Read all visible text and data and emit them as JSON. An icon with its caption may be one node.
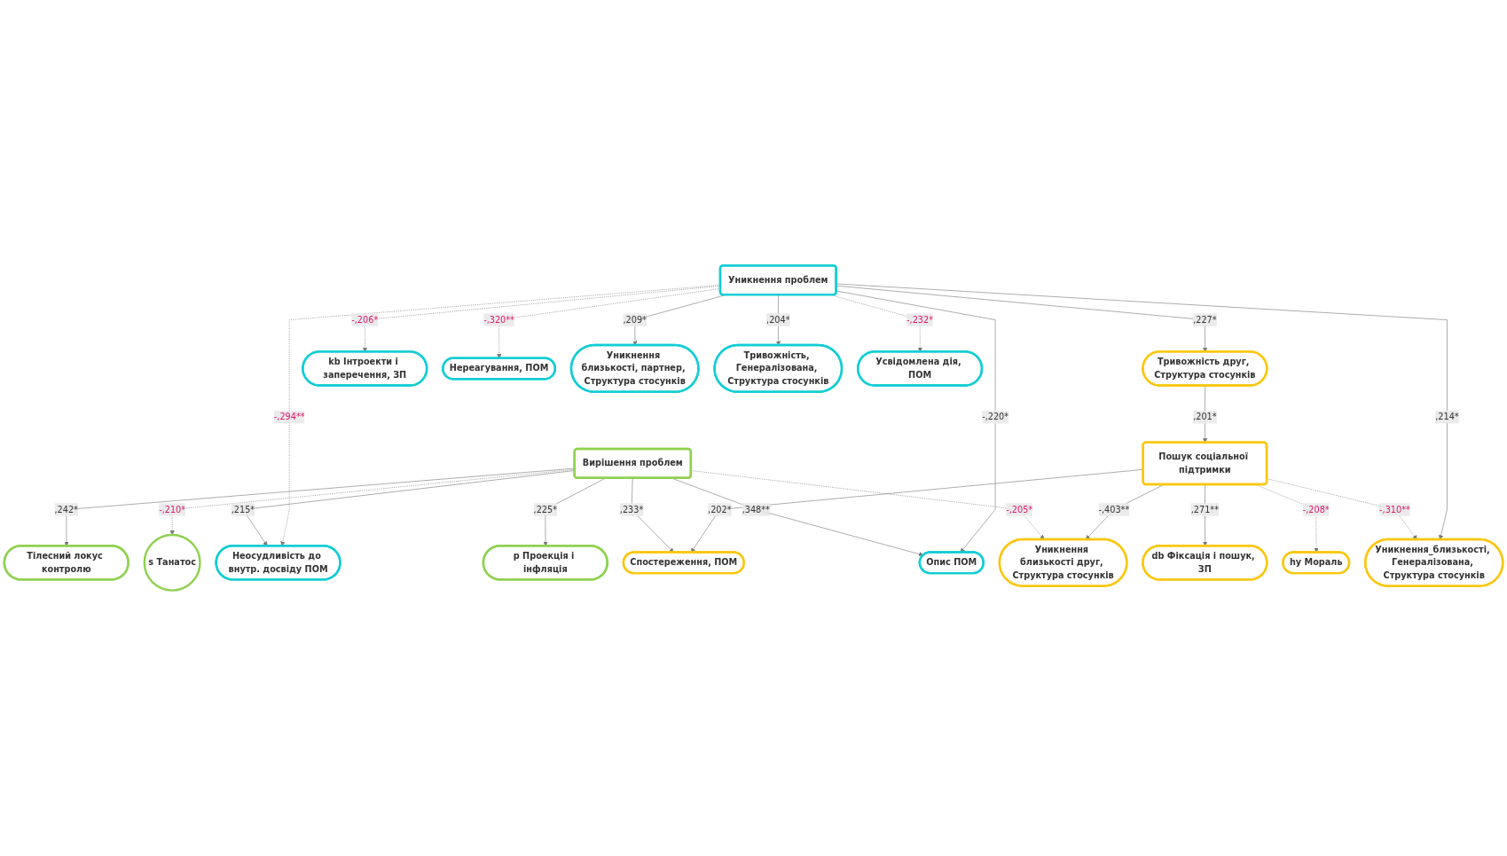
{
  "diagram": {
    "nodes": [
      {
        "text": [
          "р Проекція і інфляція"
        ]
      },
      {
        "text": [
          "s Танатос"
        ]
      },
      {
        "text": [
          "Уникнення близькості друг, Структура стосунків"
        ]
      },
      {
        "text": [
          "Спостереження, ПОМ"
        ]
      },
      {
        "text": [
          "hy Мораль"
        ]
      },
      {
        "text": [
          "Тілесний локус контролю"
        ]
      },
      {
        "text": [
          "db Фіксація і пошук, ЗП"
        ]
      },
      {
        "text": [
          "Опис ПОМ"
        ]
      },
      {
        "text": [
          "Вирішення проблем"
        ]
      },
      {
        "text": [
          "Пошук соціальної підтримки"
        ]
      },
      {
        "text": [
          "Уникнення_близькості, Генералізована, Структура стосунків"
        ]
      },
      {
        "text": [
          "Неосудливість до внутр. досвіду ПОМ"
        ]
      },
      {
        "text": [
          "Уникнення проблем"
        ]
      },
      {
        "text": [
          "Тривожність друг, Структура стосунків"
        ]
      },
      {
        "text": [
          "kb Інтроекти і заперечення, ЗП"
        ]
      },
      {
        "text": [
          "Нереагування, ПОМ"
        ]
      },
      {
        "text": [
          "Уникнення близькості, партнер, Структура стосунків"
        ]
      },
      {
        "text": [
          "Тривожність, Генералізована, Структура стосунків"
        ]
      },
      {
        "text": [
          "Усвідомлена дія, ПОМ"
        ]
      }
    ],
    "edges": [
      {
        "from": 8,
        "to": 0,
        "arrow": "to",
        "label": ",225*"
      },
      {
        "from": 8,
        "to": 1,
        "arrow": "to",
        "label": "-,210*",
        "style": "dashed"
      },
      {
        "from": 8,
        "to": 2,
        "arrow": "to",
        "label": "-,205*",
        "style": "dashed"
      },
      {
        "from": 9,
        "to": 2,
        "arrow": "to",
        "label": "-,403**"
      },
      {
        "from": 8,
        "to": 3,
        "arrow": "to",
        "label": ",233*"
      },
      {
        "from": 9,
        "to": 3,
        "arrow": "to",
        "label": ",202*"
      },
      {
        "from": 9,
        "to": 4,
        "arrow": "to",
        "label": "-,208*",
        "style": "dashed"
      },
      {
        "from": 8,
        "to": 5,
        "arrow": "to",
        "label": ",242*"
      },
      {
        "from": 9,
        "to": 6,
        "arrow": "to",
        "label": ",271**"
      },
      {
        "from": 8,
        "to": 7,
        "arrow": "to",
        "label": ",348**"
      },
      {
        "from": 12,
        "to": 7,
        "arrow": "to",
        "label": "-,220*"
      },
      {
        "from": 9,
        "to": 10,
        "arrow": "to",
        "label": "-,310**",
        "style": "dashed"
      },
      {
        "from": 12,
        "to": 10,
        "arrow": "to",
        "label": ",214*"
      },
      {
        "from": 8,
        "to": 11,
        "arrow": "to",
        "label": ",215*"
      },
      {
        "from": 12,
        "to": 11,
        "arrow": "to",
        "label": "-,294**",
        "style": "dashed"
      },
      {
        "from": 13,
        "to": 9,
        "arrow": "to",
        "label": ",201*"
      },
      {
        "from": 12,
        "to": 13,
        "arrow": "to",
        "label": ",227*"
      },
      {
        "from": 12,
        "to": 14,
        "arrow": "to",
        "label": "-,206*",
        "style": "dashed"
      },
      {
        "from": 12,
        "to": 15,
        "arrow": "to",
        "label": "-,320**",
        "style": "dashed"
      },
      {
        "from": 12,
        "to": 16,
        "arrow": "to",
        "label": ",209*"
      },
      {
        "from": 12,
        "to": 17,
        "arrow": "to",
        "label": ",204*"
      },
      {
        "from": 12,
        "to": 18,
        "arrow": "to",
        "label": "-,232*",
        "style": "dashed"
      }
    ]
  }
}
